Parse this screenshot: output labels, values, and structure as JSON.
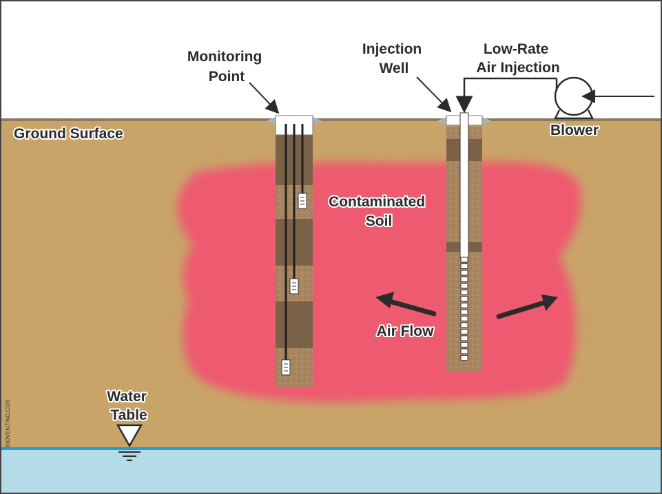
{
  "labels": {
    "ground_surface": "Ground Surface",
    "monitoring_point": [
      "Monitoring",
      "Point"
    ],
    "injection_well": [
      "Injection",
      "Well"
    ],
    "low_rate_air_injection": [
      "Low-Rate",
      "Air Injection"
    ],
    "blower": "Blower",
    "contaminated_soil": [
      "Contaminated",
      "Soil"
    ],
    "air_flow": "Air Flow",
    "water_table": [
      "Water",
      "Table"
    ],
    "file_name": "BIOVENTING.CDR"
  },
  "colors": {
    "sky": "#ffffff",
    "soil": "#c9a468",
    "contamination": "#ee5a70",
    "groundwater": "#b4dbe8",
    "water_line": "#1e9fd6",
    "borehole_fill": "#a88660",
    "seal_band": "#7a6248"
  }
}
